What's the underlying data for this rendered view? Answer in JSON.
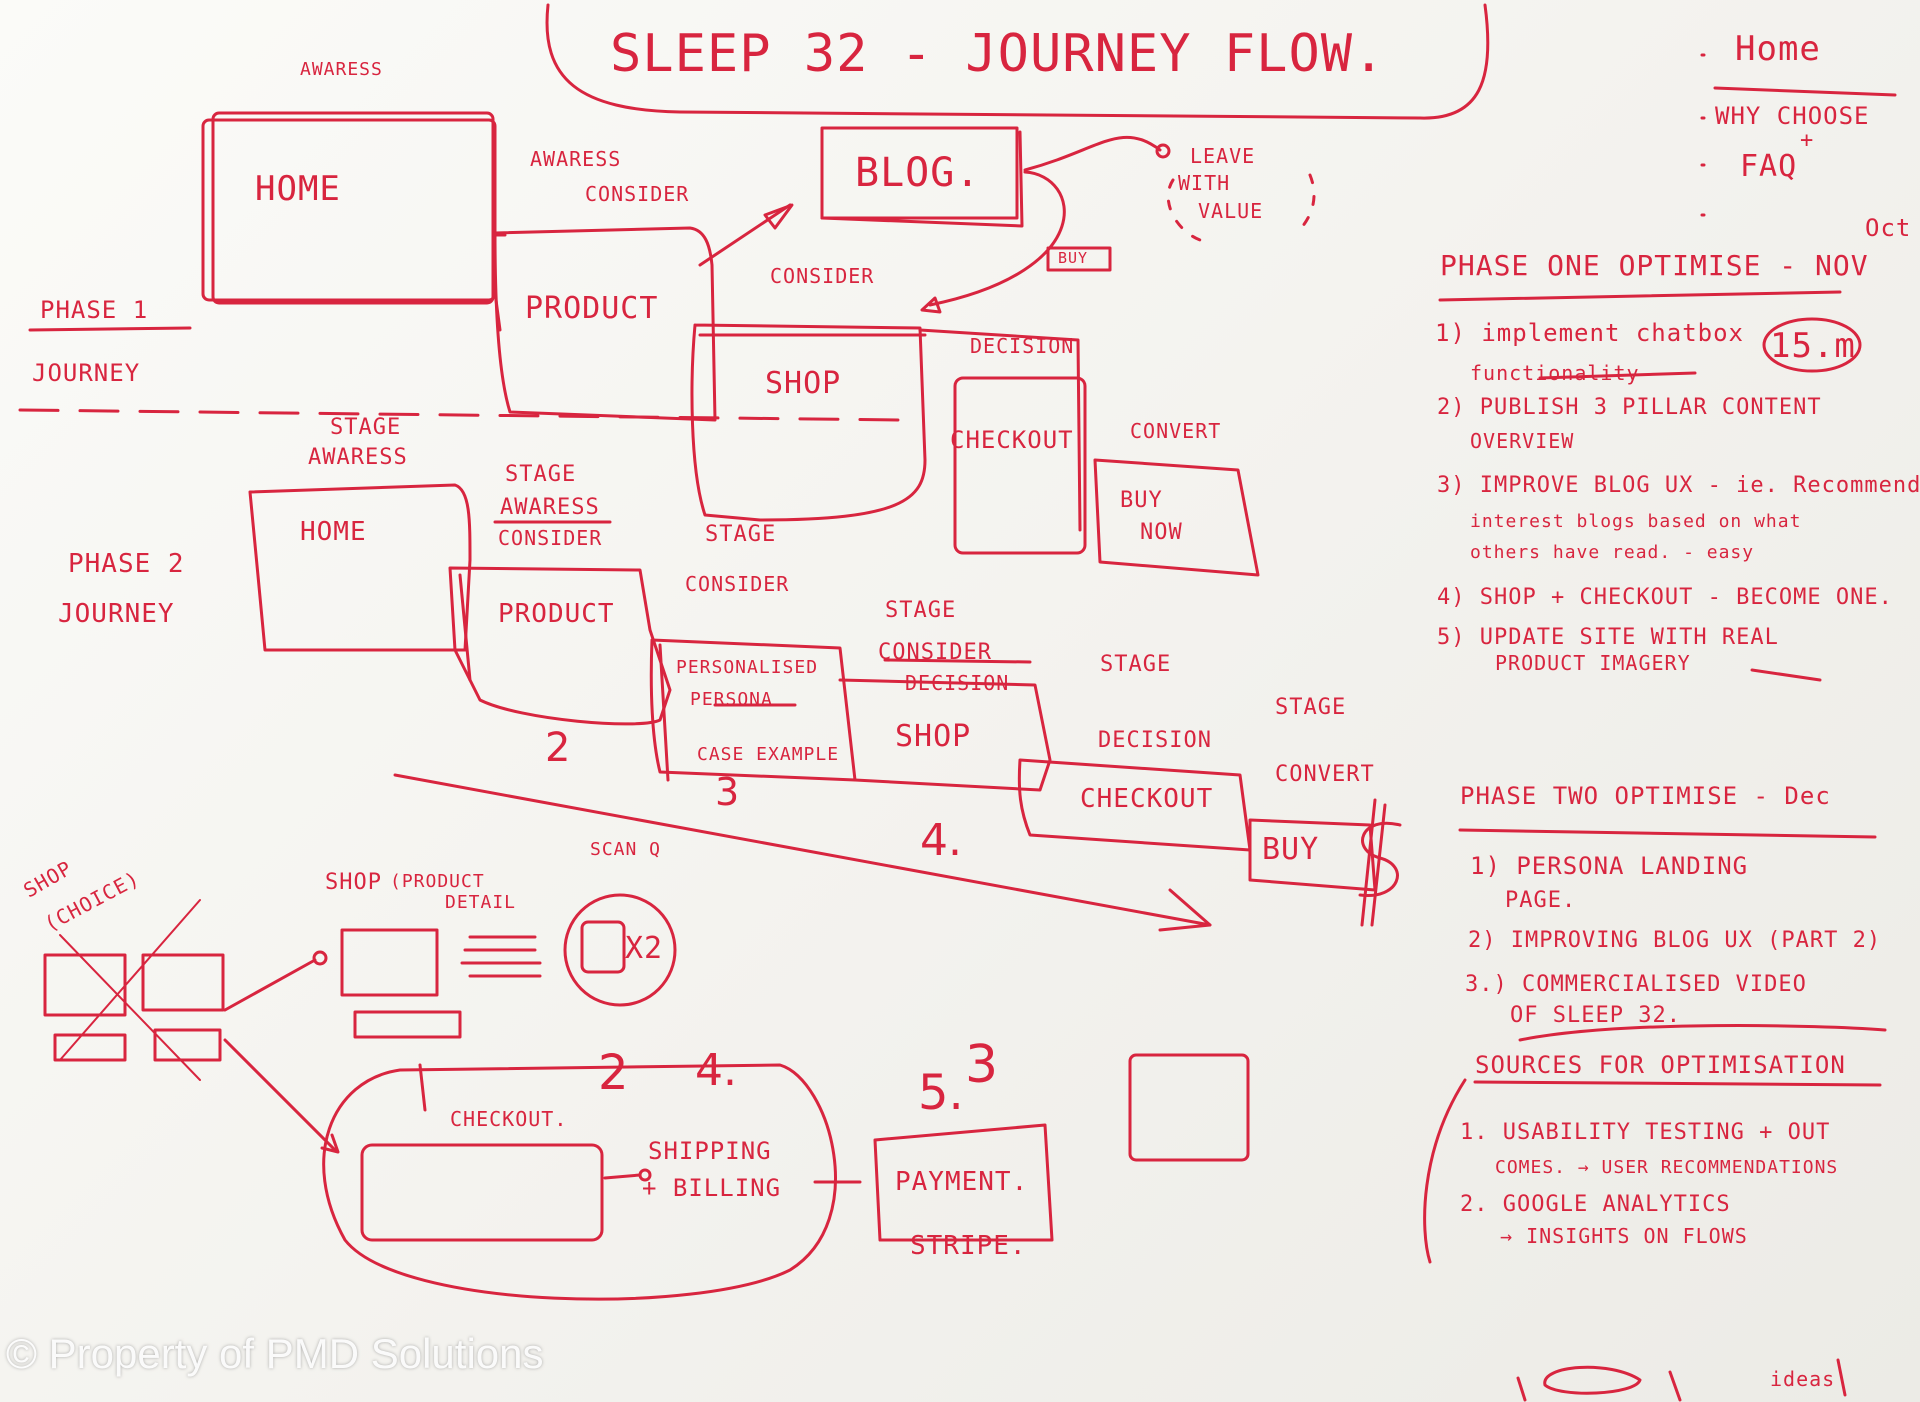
{
  "title": "SLEEP 32 - JOURNEY FLOW.",
  "legend": [
    "Home",
    "WHY CHOOSE",
    "+",
    "FAQ"
  ],
  "labels": {
    "awarness_top": "AWARESS",
    "home_1": "HOME",
    "awarness_consider": "AWARESS",
    "consider_top": "CONSIDER",
    "blog": "BLOG.",
    "leave_with": "LEAVE",
    "with": "WITH",
    "value": "VALUE",
    "buy_tag": "BUY",
    "consider_mid": "CONSIDER",
    "product_1": "PRODUCT",
    "shop_1": "SHOP",
    "decision_1": "DECISION",
    "checkout_1": "CHECKOUT",
    "convert_1": "CONVERT",
    "buy_now_1": "BUY",
    "buy_now_2": "NOW",
    "phase1_a": "PHASE 1",
    "phase1_b": "JOURNEY",
    "stage_awareness_a": "STAGE",
    "stage_awareness_b": "AWARESS",
    "home_2": "HOME",
    "stage_aw_cons_a": "STAGE",
    "stage_aw_cons_b": "AWARESS",
    "stage_aw_cons_c": "CONSIDER",
    "stage_consider_a": "STAGE",
    "stage_consider_b": "CONSIDER",
    "phase2_a": "PHASE 2",
    "phase2_b": "JOURNEY",
    "product_2": "PRODUCT",
    "personalised_a": "PERSONALISED",
    "personalised_b": "PERSONA",
    "personalised_c": "CASE EXAMPLE",
    "stage_cd_a": "STAGE",
    "stage_cd_b": "CONSIDER",
    "stage_cd_c": "DECISION",
    "shop_2": "SHOP",
    "stage_decision_a": "STAGE",
    "stage_decision_b": "DECISION",
    "checkout_2": "CHECKOUT",
    "stage_convert_a": "STAGE",
    "stage_convert_b": "CONVERT",
    "buy_2": "BUY",
    "num_2": "2",
    "num_3": "3",
    "num_4": "4.",
    "shop_choice_a": "SHOP",
    "shop_choice_b": "(CHOICE)",
    "shop_detail_a": "SHOP",
    "shop_detail_b": "(PRODUCT",
    "shop_detail_c": "DETAIL",
    "scan_note": "SCAN Q",
    "times_two": "X2",
    "checkout_3": "CHECKOUT.",
    "step_2": "2",
    "step_4": "4.",
    "step_5": "5.",
    "step_3": "3",
    "shipping_a": "SHIPPING",
    "shipping_b": "+ BILLING",
    "payment_a": "PAYMENT.",
    "payment_b": "STRIPE."
  },
  "phase_one": {
    "heading": "PHASE ONE OPTIMISE - NOV",
    "side_note": "Oct",
    "badge": "15.m",
    "items": [
      [
        "1) implement chatbox",
        "functionality"
      ],
      [
        "2) PUBLISH 3 PILLAR CONTENT",
        "OVERVIEW"
      ],
      [
        "3) IMPROVE BLOG UX - ie. Recommend",
        "interest blogs based on what",
        "others have read. - easy"
      ],
      [
        "4) SHOP + CHECKOUT - BECOME ONE."
      ],
      [
        "5) UPDATE SITE WITH REAL",
        "PRODUCT IMAGERY"
      ]
    ]
  },
  "phase_two": {
    "heading": "PHASE TWO OPTIMISE - Dec",
    "items": [
      [
        "1) PERSONA LANDING",
        "PAGE."
      ],
      [
        "2) IMPROVING BLOG UX (PART 2)"
      ],
      [
        "3.) COMMERCIALISED VIDEO",
        "OF SLEEP 32."
      ]
    ]
  },
  "sources": {
    "heading": "SOURCES FOR OPTIMISATION",
    "items": [
      [
        "1. USABILITY TESTING + OUT",
        "COMES. → USER RECOMMENDATIONS"
      ],
      [
        "2. GOOGLE ANALYTICS",
        "→ INSIGHTS ON FLOWS"
      ]
    ]
  },
  "bottom_note": "ideas",
  "watermark": "© Property of PMD Solutions",
  "ink_color": "#d8253f"
}
